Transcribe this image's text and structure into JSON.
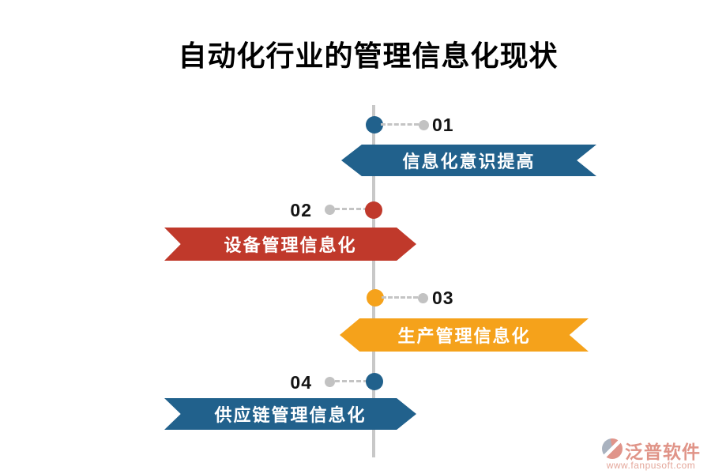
{
  "title": "自动化行业的管理信息化现状",
  "colors": {
    "blue": "#21618C",
    "red": "#C0392B",
    "orange": "#F5A21B",
    "axis_gray": "#C8C8C8",
    "connector_gray": "#C4C4C4",
    "banner_text": "#FFFFFF",
    "watermark_salmon": "#E09488",
    "watermark_blue_gray": "#A9B2BF"
  },
  "items": [
    {
      "number": "01",
      "label": "信息化意识提高",
      "color": "#21618C"
    },
    {
      "number": "02",
      "label": "设备管理信息化",
      "color": "#C0392B"
    },
    {
      "number": "03",
      "label": "生产管理信息化",
      "color": "#F5A21B"
    },
    {
      "number": "04",
      "label": "供应链管理信息化",
      "color": "#21618C"
    }
  ],
  "watermark": {
    "brand": "泛普软件",
    "url": "www.fanpusoft.com"
  }
}
